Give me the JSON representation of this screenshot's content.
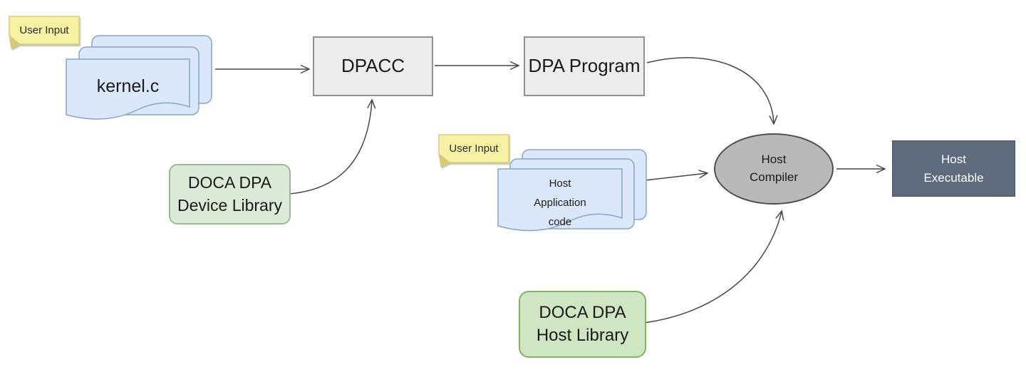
{
  "annotations": {
    "user_input_1": {
      "label": "User Input"
    },
    "user_input_2": {
      "label": "User Input"
    }
  },
  "nodes": {
    "kernel": {
      "label": "kernel.c",
      "shape": "document-stack"
    },
    "dpacc": {
      "label": "DPACC",
      "shape": "process-box"
    },
    "dpa_program": {
      "label": "DPA Program",
      "shape": "process-box"
    },
    "device_library": {
      "label": "DOCA DPA\nDevice Library",
      "shape": "rounded-box"
    },
    "host_app": {
      "label": "Host\nApplication\ncode",
      "shape": "document-stack"
    },
    "host_compiler": {
      "label": "Host\nCompiler",
      "shape": "ellipse"
    },
    "host_library": {
      "label": "DOCA DPA\nHost Library",
      "shape": "rounded-box"
    },
    "host_executable": {
      "label": "Host\nExecutable",
      "shape": "solid-box"
    }
  },
  "edges": [
    {
      "from": "kernel",
      "to": "dpacc"
    },
    {
      "from": "dpacc",
      "to": "dpa_program"
    },
    {
      "from": "dpa_program",
      "to": "host_compiler"
    },
    {
      "from": "device_library",
      "to": "dpacc"
    },
    {
      "from": "host_app",
      "to": "host_compiler"
    },
    {
      "from": "host_library",
      "to": "host_compiler"
    },
    {
      "from": "host_compiler",
      "to": "host_executable"
    }
  ],
  "colors": {
    "sticky_fill": "#f7f1a3",
    "sticky_border": "#d9cf7d",
    "sticky_fold": "#d6cb6f",
    "doc_fill": "#dbe8fc",
    "doc_border": "#8aa3c9",
    "box_fill": "#ededed",
    "box_border": "#909090",
    "ellipse_fill": "#b9b9b9",
    "ellipse_border": "#4f4f4f",
    "exec_fill": "#5d6b7c",
    "exec_border": "#47545f",
    "exec_text": "#ffffff",
    "green_device_fill": "#dcead8",
    "green_device_border": "#9cb996",
    "green_host_fill": "#cfe6c2",
    "green_host_border": "#82b366",
    "arrow": "#474747",
    "text": "#1a1a1a"
  }
}
